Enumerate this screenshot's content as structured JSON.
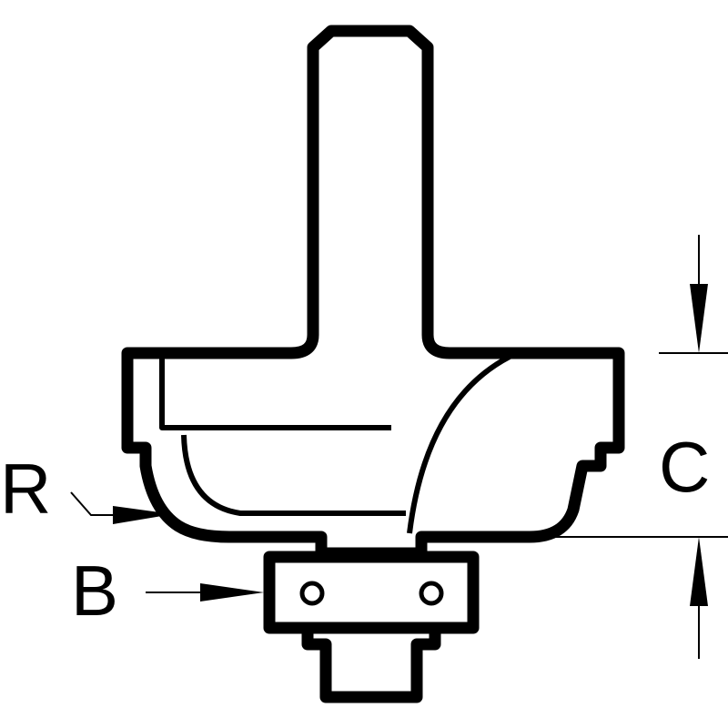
{
  "labels": {
    "r": "R",
    "b": "B",
    "c": "C"
  },
  "colors": {
    "ink": "#000000",
    "background": "#ffffff"
  }
}
